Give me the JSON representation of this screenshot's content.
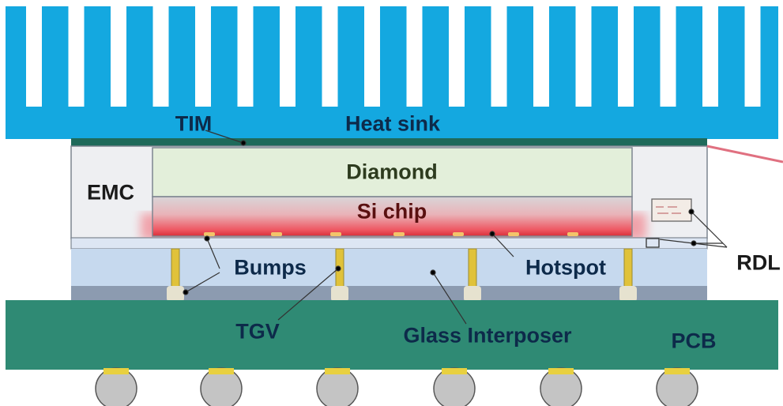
{
  "labels": {
    "tim": "TIM",
    "heat_sink": "Heat sink",
    "diamond": "Diamond",
    "si_chip": "Si chip",
    "emc": "EMC",
    "bumps": "Bumps",
    "hotspot": "Hotspot",
    "rdl": "RDL",
    "tgv": "TGV",
    "glass_interposer": "Glass Interposer",
    "pcb": "PCB"
  },
  "colors": {
    "heat_sink": "#14a8e0",
    "tim": "#1f6a5a",
    "emc": "#eeeff2",
    "diamond": "#e3efda",
    "glass": "#c6d9ee",
    "pcb": "#2f8a74",
    "tgv": "#e0c23a",
    "solder_ball": "#c4c4c4"
  }
}
